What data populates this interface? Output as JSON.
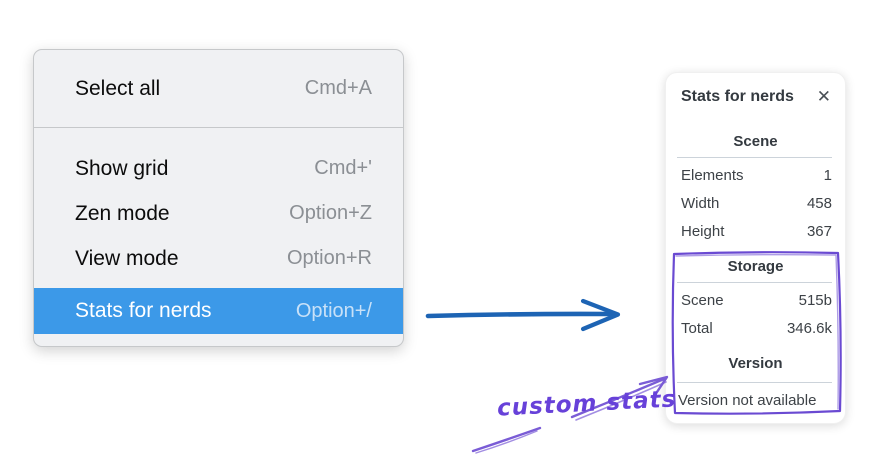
{
  "context_menu": {
    "items": [
      {
        "label": "Select all",
        "shortcut": "Cmd+A",
        "selected": false
      },
      {
        "label": "Show grid",
        "shortcut": "Cmd+'",
        "selected": false
      },
      {
        "label": "Zen mode",
        "shortcut": "Option+Z",
        "selected": false
      },
      {
        "label": "View mode",
        "shortcut": "Option+R",
        "selected": false
      },
      {
        "label": "Stats for nerds",
        "shortcut": "Option+/",
        "selected": true
      }
    ],
    "highlight_color": "#3c99e8"
  },
  "stats_panel": {
    "title": "Stats for nerds",
    "close_icon": "✕",
    "sections": [
      {
        "header": "Scene",
        "rows": [
          {
            "label": "Elements",
            "value": "1"
          },
          {
            "label": "Width",
            "value": "458"
          },
          {
            "label": "Height",
            "value": "367"
          }
        ]
      },
      {
        "header": "Storage",
        "rows": [
          {
            "label": "Scene",
            "value": "515b"
          },
          {
            "label": "Total",
            "value": "346.6k"
          }
        ]
      },
      {
        "header": "Version",
        "note": "Version not available"
      }
    ]
  },
  "annotations": {
    "label": "custom stats",
    "pointer_arrow_color": "#7a5cd6",
    "highlight_box_color": "#6741d9",
    "flow_arrow_color": "#1d64b4"
  }
}
